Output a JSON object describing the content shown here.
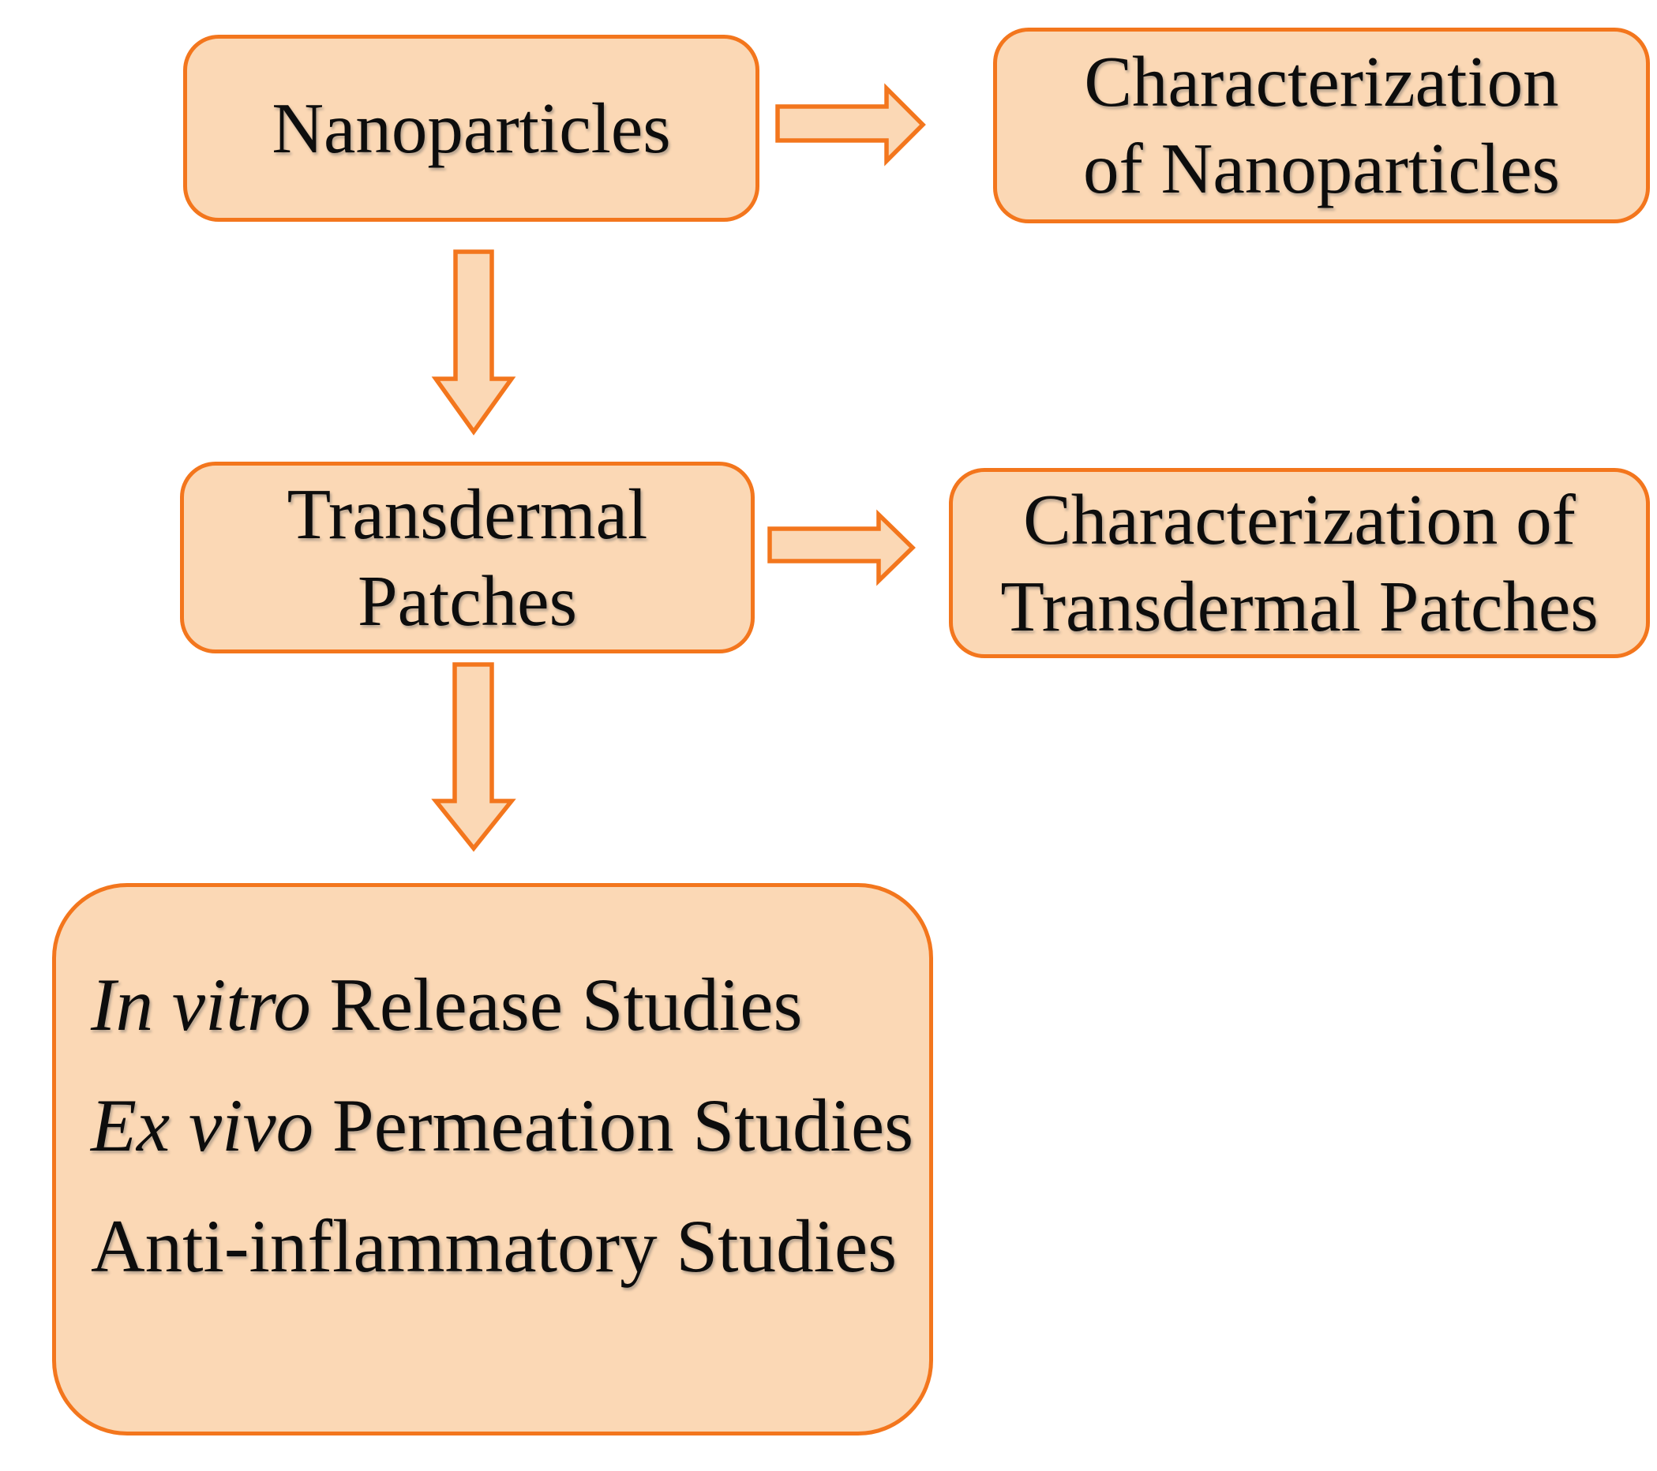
{
  "colors": {
    "box_fill": "#FBD8B5",
    "box_border": "#F3761D",
    "text": "#0D0D0D",
    "background": "#FFFFFF"
  },
  "boxes": {
    "nanoparticles": {
      "line1": "Nanoparticles"
    },
    "char_nano": {
      "line1": "Characterization",
      "line2": "of Nanoparticles"
    },
    "transdermal": {
      "line1": "Transdermal",
      "line2": "Patches"
    },
    "char_trans": {
      "line1": "Characterization of",
      "line2": "Transdermal Patches"
    },
    "studies": {
      "item1_italic": "In vitro",
      "item1_text": " Release Studies",
      "item2_italic": "Ex vivo",
      "item2_text": " Permeation Studies",
      "item3_text": "Anti-inflammatory Studies"
    }
  },
  "arrows": [
    {
      "name": "right-arrow",
      "from": "Nanoparticles",
      "to": "Characterization of Nanoparticles"
    },
    {
      "name": "down-arrow",
      "from": "Nanoparticles",
      "to": "Transdermal Patches"
    },
    {
      "name": "right-arrow",
      "from": "Transdermal Patches",
      "to": "Characterization of Transdermal Patches"
    },
    {
      "name": "down-arrow",
      "from": "Transdermal Patches",
      "to": "Studies"
    }
  ]
}
